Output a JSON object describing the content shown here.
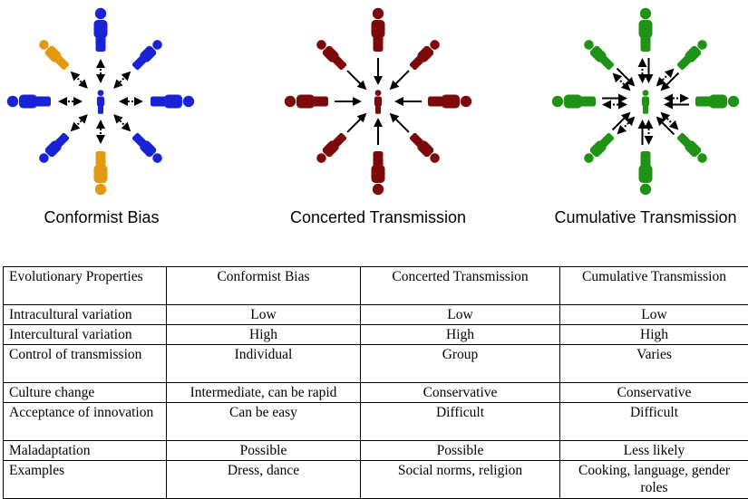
{
  "diagrams": [
    {
      "title": "Conformist Bias",
      "color": "#1a22d6",
      "accent_color": "#e39a12",
      "accent_positions": [
        "NW",
        "S"
      ],
      "arrow_style": "dotted-double"
    },
    {
      "title": "Concerted Transmission",
      "color": "#7d0a0a",
      "accent_color": "",
      "accent_positions": [],
      "arrow_style": "solid-inward"
    },
    {
      "title": "Cumulative Transmission",
      "color": "#1f9316",
      "accent_color": "",
      "accent_positions": [],
      "arrow_style": "solid-inward-plus-dotted-double"
    }
  ],
  "table": {
    "headers": [
      "Evolutionary Properties",
      "Conformist Bias",
      "Concerted Transmission",
      "Cumulative Transmission"
    ],
    "rows": [
      [
        "Intracultural variation",
        "Low",
        "Low",
        "Low"
      ],
      [
        "Intercultural variation",
        "High",
        "High",
        "High"
      ],
      [
        "Control of transmission",
        "Individual",
        "Group",
        "Varies"
      ],
      [
        "Culture change",
        "Intermediate, can be rapid",
        "Conservative",
        "Conservative"
      ],
      [
        "Acceptance of innovation",
        "Can be easy",
        "Difficult",
        "Difficult"
      ],
      [
        "Maladaptation",
        "Possible",
        "Possible",
        "Less likely"
      ],
      [
        "Examples",
        "Dress, dance",
        "Social norms, religion",
        "Cooking, language, gender roles"
      ]
    ]
  }
}
